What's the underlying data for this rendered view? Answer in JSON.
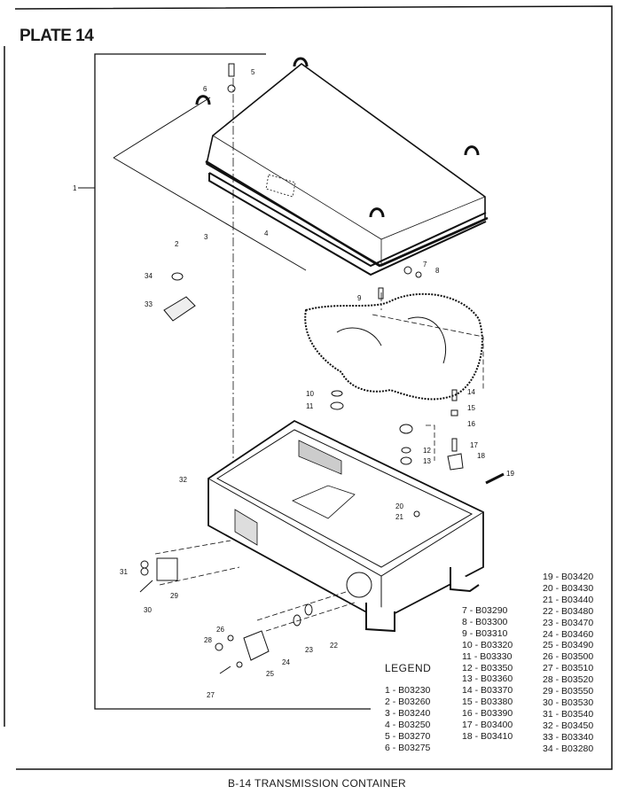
{
  "plate_title": "PLATE 14",
  "caption": "B-14 TRANSMISSION CONTAINER",
  "legend": {
    "title": "LEGEND",
    "col1": [
      "1 - B03230",
      "2 - B03260",
      "3 - B03240",
      "4 - B03250",
      "5 - B03270",
      "6 - B03275"
    ],
    "col2": [
      "7 - B03290",
      "8 - B03300",
      "9 - B03310",
      "10 - B03320",
      "11 - B03330",
      "12 - B03350",
      "13 - B03360",
      "14 - B03370",
      "15 - B03380",
      "16 - B03390",
      "17 - B03400",
      "18 - B03410"
    ],
    "col3": [
      "19 - B03420",
      "20 - B03430",
      "21 - B03440",
      "22 - B03480",
      "23 - B03470",
      "24 - B03460",
      "25 - B03490",
      "26 - B03500",
      "27 - B03510",
      "28 - B03520",
      "29 - B03550",
      "30 - B03530",
      "31 - B03540",
      "32 - B03450",
      "33 - B03340",
      "34 - B03280"
    ]
  },
  "callouts": [
    "1",
    "2",
    "3",
    "4",
    "5",
    "6",
    "7",
    "8",
    "9",
    "10",
    "11",
    "12",
    "13",
    "14",
    "15",
    "16",
    "17",
    "18",
    "19",
    "20",
    "21",
    "22",
    "23",
    "24",
    "25",
    "26",
    "27",
    "28",
    "29",
    "30",
    "31",
    "32",
    "33",
    "34"
  ]
}
